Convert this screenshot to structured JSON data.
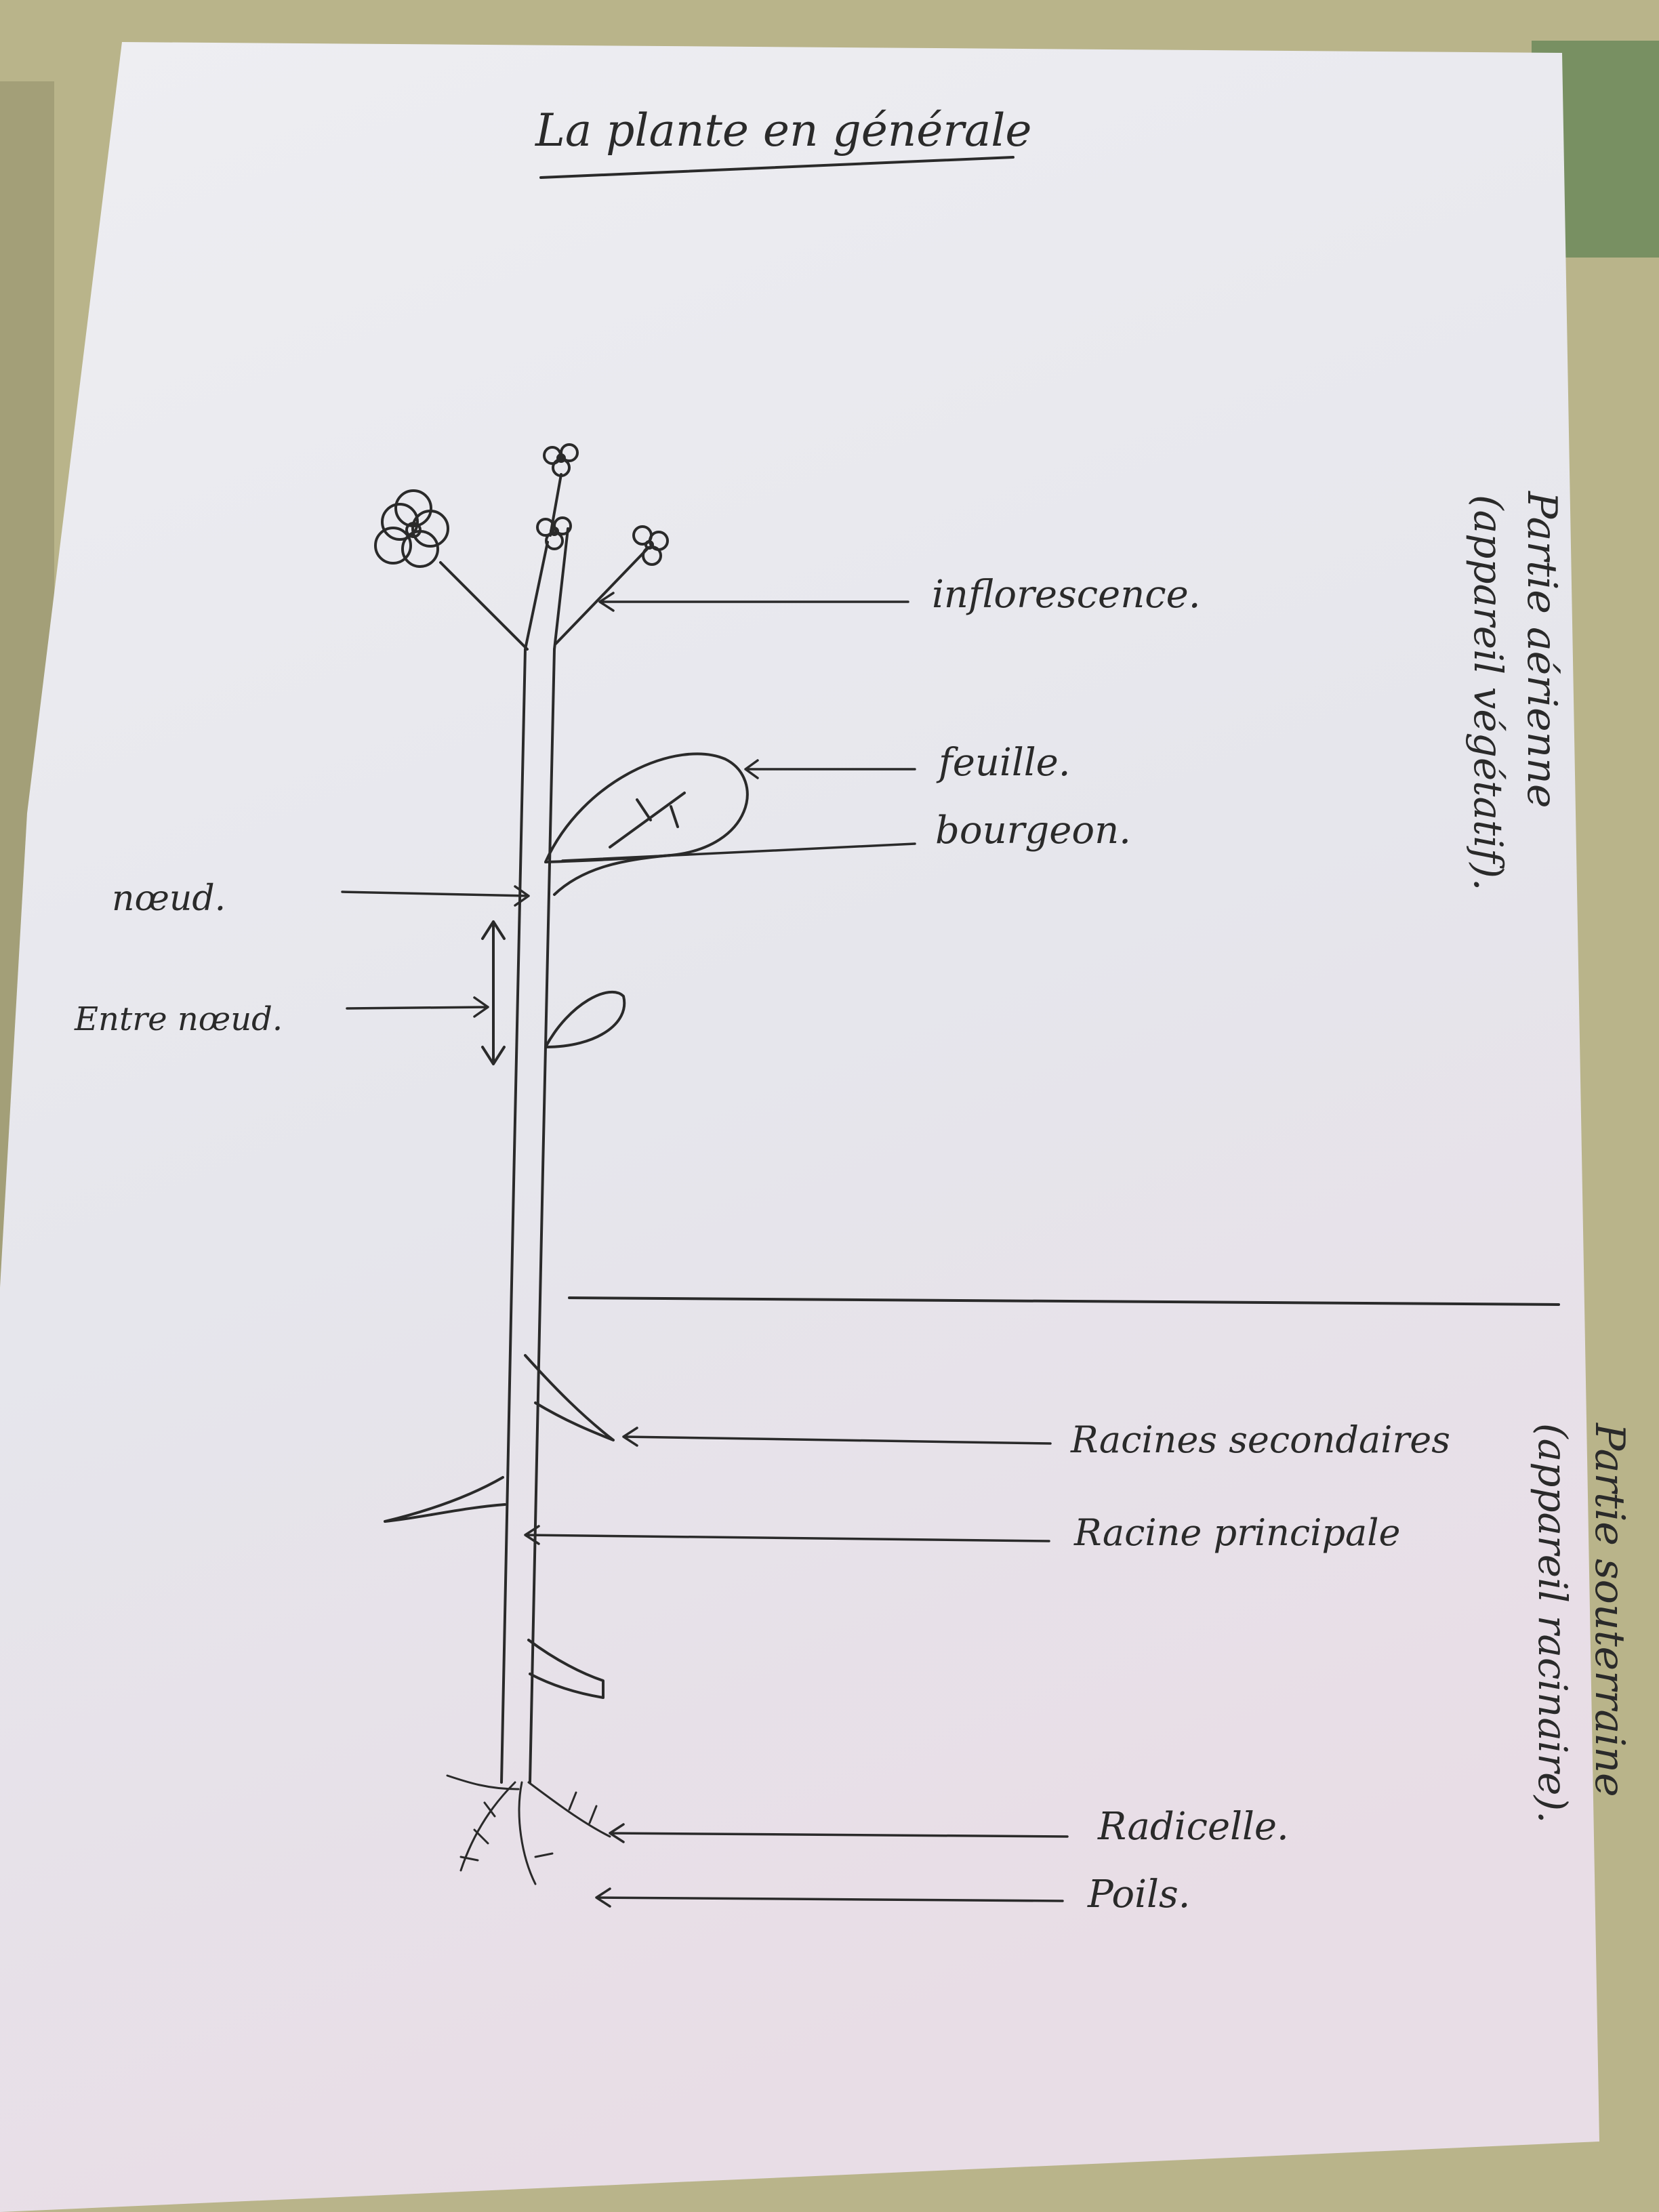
{
  "title": "La plante en générale",
  "labels": {
    "inflorescence": "inflorescence.",
    "feuille": "feuille.",
    "bourgeon": "bourgeon.",
    "noeud": "nœud.",
    "entre_noeud": "Entre nœud.",
    "racines_secondaires": "Racines secondaires",
    "racine_principale": "Racine principale",
    "radicelle": "Radicelle.",
    "poils": "Poils."
  },
  "sections": {
    "aerienne_title": "Partie aérienne",
    "aerienne_sub": "(appareil végétatif).",
    "souterraine_title": "Partie souterraine",
    "souterraine_sub": "(appareil racinaire)."
  },
  "colors": {
    "paper": "#e9e9ee",
    "ink": "#2a2a2a",
    "desk": "#b9b48a"
  }
}
